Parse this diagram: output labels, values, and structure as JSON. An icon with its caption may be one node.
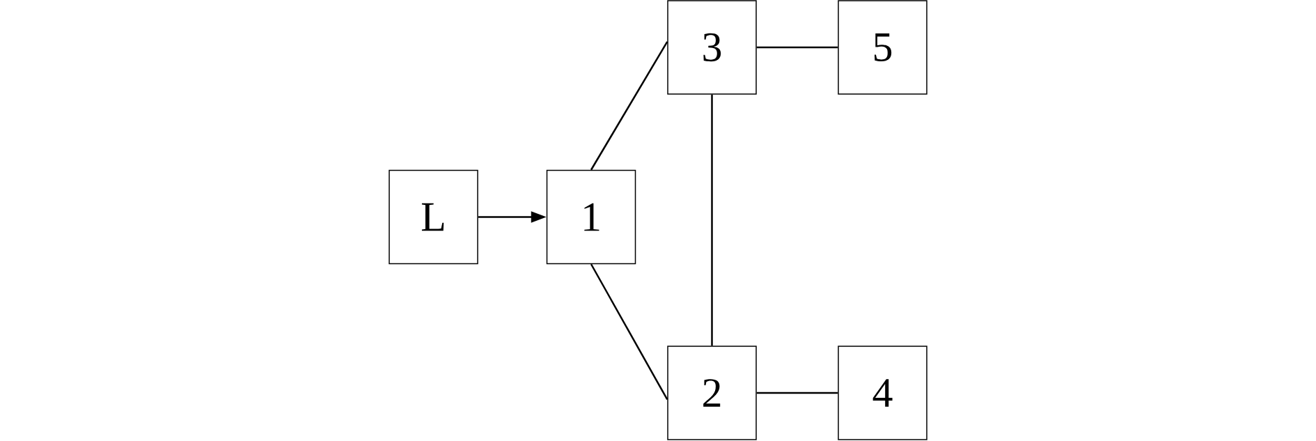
{
  "diagram": {
    "nodes": [
      {
        "text": [
          "L"
        ]
      },
      {
        "text": [
          "1"
        ]
      },
      {
        "text": [
          "3"
        ]
      },
      {
        "text": [
          "5"
        ]
      },
      {
        "text": [
          "2"
        ]
      },
      {
        "text": [
          "4"
        ]
      }
    ],
    "edges": [
      {
        "from": 0,
        "to": 1,
        "arrow": "to"
      },
      {
        "from": 1,
        "to": 2,
        "arrow": "none"
      },
      {
        "from": 1,
        "to": 4,
        "arrow": "none"
      },
      {
        "from": 2,
        "to": 3,
        "arrow": "none"
      },
      {
        "from": 2,
        "to": 4,
        "arrow": "none"
      },
      {
        "from": 4,
        "to": 5,
        "arrow": "none"
      }
    ]
  }
}
